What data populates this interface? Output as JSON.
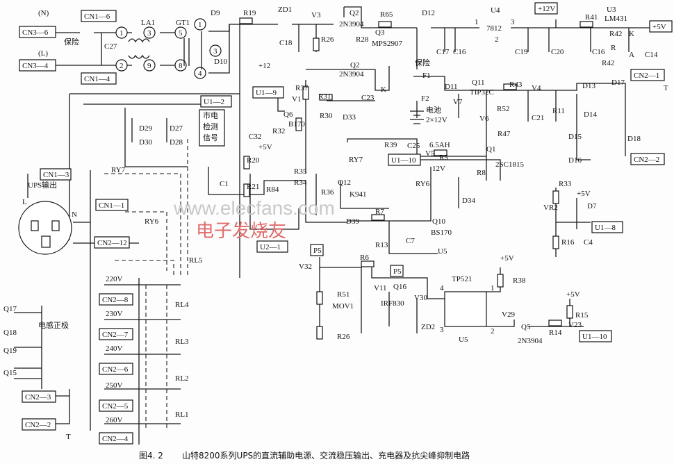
{
  "caption": {
    "fig": "图4. 2",
    "title": "山特8200系列UPS的直流辅助电源、交流稳压输出、充电器及抗尖峰抑制电路"
  },
  "watermark": {
    "url": "www.elecfans.com",
    "cn": "电子发烧友"
  },
  "connectors": {
    "cn3_6": "CN3—6",
    "cn3_4": "CN3—4",
    "cn1_6": "CN1—6",
    "cn1_4": "CN1—4",
    "p12v": "+12V",
    "p5v_out": "+5V",
    "u1_9": "U1—9",
    "u1_2": "U1—2",
    "cn2_1": "CN2—1",
    "cn2_2": "CN2—2",
    "u1_10a": "U1—10",
    "u1_8": "U1—8",
    "u2_1": "U2—1",
    "p5a": "P5",
    "p5b": "P5",
    "u1_10b": "U1—10",
    "cn1_3": "CN1—3",
    "cn1_1": "CN1—1",
    "cn2_12": "CN2—12",
    "cn2_8": "CN2—8",
    "cn2_7": "CN2—7",
    "cn2_6": "CN2—6",
    "cn2_5": "CN2—5",
    "cn2_4": "CN2—4",
    "cn2_3": "CN2—3",
    "cn2_2b": "CN2—2"
  },
  "labels": {
    "n": "(N)",
    "l": "(L)",
    "fuse1": "保险",
    "c27": "C27",
    "la1": "LA1",
    "gt1": "GT1",
    "p1": "1",
    "p2": "2",
    "p3": "3",
    "p4": "4",
    "p5": "5",
    "p8": "8",
    "p9": "9",
    "p3b": "3",
    "p1b": "1",
    "p4b": "4",
    "d9": "D9",
    "d10": "D10",
    "r19": "R19",
    "zd1": "ZD1",
    "v3": "V3",
    "r26": "R26",
    "c18": "C18",
    "q2": "Q2",
    "q2t": "2N3904",
    "r28": "R28",
    "r65": "R65",
    "q3": "Q3",
    "q3t": "MPS2907",
    "d12": "D12",
    "u4": "U4",
    "u4t": "7812",
    "u4p1": "1",
    "u4p2": "2",
    "u4p3": "3",
    "r41": "R41",
    "u3": "U3",
    "u3t": "LM431",
    "c17": "C17",
    "c16": "C16",
    "c19": "C19",
    "c20": "C20",
    "c15": "C16",
    "c14": "C14",
    "r42a": "R42",
    "r42b": "R42",
    "k1": "K",
    "a1": "A",
    "r_": "R",
    "p12": "+12",
    "r37": "R37",
    "v1": "V1",
    "r31": "R31",
    "q6": "Q6",
    "q6t": "B170",
    "r32": "R32",
    "c32": "C32",
    "r30": "R30",
    "d33": "D33",
    "c23": "C23",
    "q2b": "Q2",
    "q2bt": "2N3904",
    "k2": "K",
    "fuse2": "保险",
    "f1": "F1",
    "f2": "F2",
    "d11": "D11",
    "v7": "V7",
    "bat": "电池",
    "bat2": "2×12V",
    "bat3": "6.5AH",
    "q11": "Q11",
    "q11t": "TIP32C",
    "r43": "R43",
    "v4": "V4",
    "d13": "D13",
    "d17": "D17",
    "t1": "T",
    "r52": "R52",
    "v6": "V6",
    "c21": "C21",
    "r11": "R11",
    "d14": "D14",
    "r47": "R47",
    "d15": "D15",
    "d16": "D16",
    "d18": "D18",
    "r39": "R39",
    "v5": "V5",
    "r5": "R5",
    "q1": "Q1",
    "q1t": "2SC1815",
    "r8": "R8",
    "det1": "市电",
    "det2": "检测",
    "det3": "信号",
    "r20": "R20",
    "p5v1": "+5V",
    "r21": "R21",
    "r84": "R84",
    "r35": "R35",
    "c1": "C1",
    "ry7": "RY7",
    "c25": "C25",
    "r34": "R34",
    "r36": "R36",
    "q12": "Q12",
    "q12t": "K941",
    "v12": "12V",
    "ry6": "RY6",
    "d34": "D34",
    "d39": "D39",
    "r7": "R7",
    "q10": "Q10",
    "q10t": "BS170",
    "r13": "R13",
    "c7": "C7",
    "u5a": "U5",
    "r33": "R33",
    "p5v2": "+5V",
    "vr2": "VR2",
    "d7": "D7",
    "r16": "R16",
    "c4": "C4",
    "v32": "V32",
    "r6": "R6",
    "q16": "Q16",
    "v11": "V11",
    "r51": "R51",
    "irf": "IRF830",
    "v30": "V30",
    "mov1": "MOV1",
    "zd2": "ZD2",
    "r26b": "R26",
    "tp521": "TP521",
    "o4": "4",
    "o1": "1",
    "o3": "3",
    "o2": "2",
    "u5": "U5",
    "p5v3": "+5V",
    "r38": "R38",
    "v29": "V29",
    "q5": "Q5",
    "q5t": "2N3904",
    "r14": "R14",
    "p5v4": "+5V",
    "r15": "R15",
    "v23": "V23",
    "ups": "UPS输出",
    "lpin": "L",
    "npin": "N",
    "ry7b": "RY7",
    "ry6b": "RY6",
    "d29": "D29",
    "d27": "D27",
    "d30": "D30",
    "d28": "D28",
    "rl5": "RL5",
    "v220": "220V",
    "v230": "230V",
    "v240": "240V",
    "v250": "250V",
    "v260": "260V",
    "rl4": "RL4",
    "rl3": "RL3",
    "rl2": "RL2",
    "rl1": "RL1",
    "q17": "Q17",
    "q18": "Q18",
    "q19": "Q19",
    "q15": "Q15",
    "ind": "电感正极",
    "t2": "T"
  }
}
